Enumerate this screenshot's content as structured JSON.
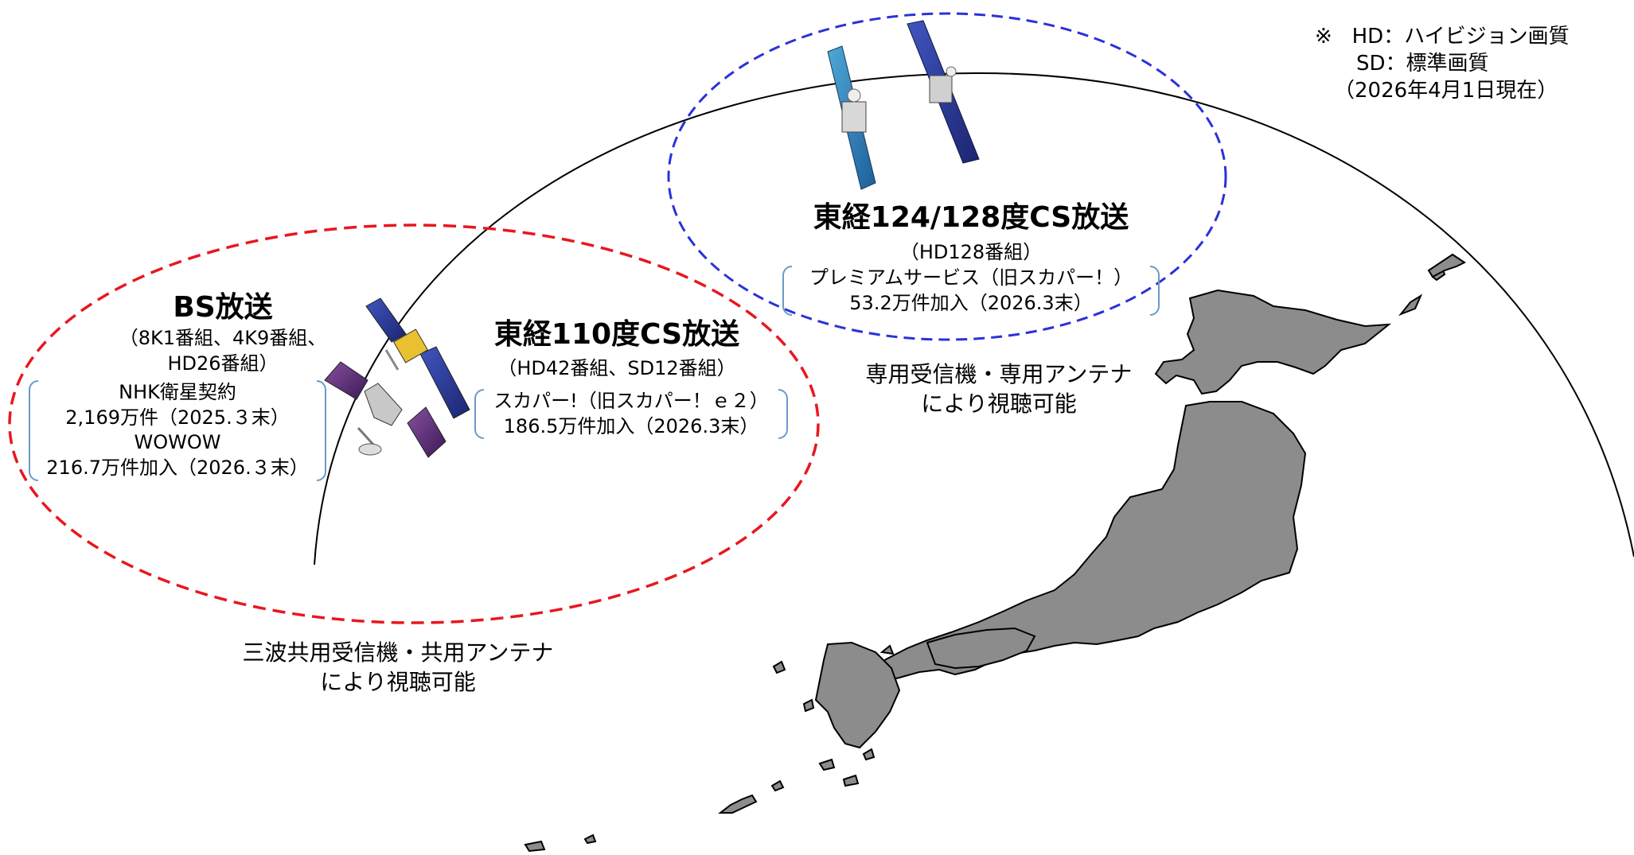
{
  "note": {
    "mark": "※",
    "line1": "HD：ハイビジョン画質",
    "line2": "SD：標準画質",
    "line3": "（2026年4月1日現在）"
  },
  "cs124": {
    "title": "東経124/128度CS放送",
    "channels": "（HD128番組）",
    "service": "プレミアムサービス（旧スカパー！）",
    "subs": "53.2万件加入（2026.3末）"
  },
  "bs": {
    "title": "BS放送",
    "channels1": "（8K1番組、4K9番組、",
    "channels2": "HD26番組）",
    "nhk": "NHK衛星契約",
    "nhk_count": "2,169万件（2025.３末）",
    "wowow": "WOWOW",
    "wowow_count": "216.7万件加入（2026.３末）"
  },
  "cs110": {
    "title": "東経110度CS放送",
    "channels": "（HD42番組、SD12番組）",
    "service": "スカパー!（旧スカパー！ｅ２）",
    "subs": "186.5万件加入（2026.3末）"
  },
  "reception_dedicated": {
    "line1": "専用受信機・専用アンテナ",
    "line2": "により視聴可能"
  },
  "reception_shared": {
    "line1": "三波共用受信機・共用アンテナ",
    "line2": "により視聴可能"
  },
  "colors": {
    "bs_group_ellipse": "#e8171f",
    "cs124_group_ellipse": "#2a32d8",
    "japan_fill": "#8c8c8c",
    "bracket": "#6a9ac8"
  }
}
